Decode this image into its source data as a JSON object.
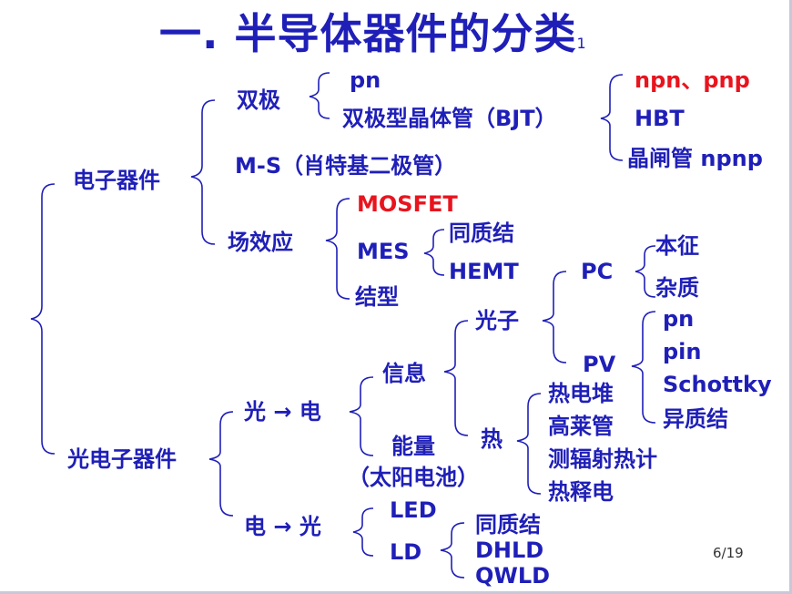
{
  "title": "一. 半导体器件的分类",
  "title_sup": "1",
  "page_number": "6/19",
  "nodes": {
    "electronic": "电子器件",
    "bipolar": "双极",
    "pn1": "pn",
    "bjt": "双极型晶体管（BJT）",
    "npn_pnp": "npn、pnp",
    "hbt": "HBT",
    "thyristor": "晶闸管 npnp",
    "ms": "M-S（肖特基二极管）",
    "fe": "场效应",
    "mosfet": "MOSFET",
    "mes": "MES",
    "homo1": "同质结",
    "hemt": "HEMT",
    "junction": "结型",
    "opto": "光电子器件",
    "light_to_elec": "光 → 电",
    "info": "信息",
    "photon": "光子",
    "pc": "PC",
    "intrinsic": "本征",
    "extrinsic": "杂质",
    "pv": "PV",
    "pn2": "pn",
    "pin": "pin",
    "schottky": "Schottky",
    "hetero": "异质结",
    "energy": "能量",
    "solar": "（太阳电池）",
    "heat": "热",
    "thermopile": "热电堆",
    "golay": "高莱管",
    "bolometer": "测辐射热计",
    "pyro": "热释电",
    "elec_to_light": "电 → 光",
    "led": "LED",
    "ld": "LD",
    "homo2": "同质结",
    "dhld": "DHLD",
    "qwld": "QWLD"
  },
  "colors": {
    "text": "#1f1fb8",
    "highlight": "#e8141e"
  }
}
